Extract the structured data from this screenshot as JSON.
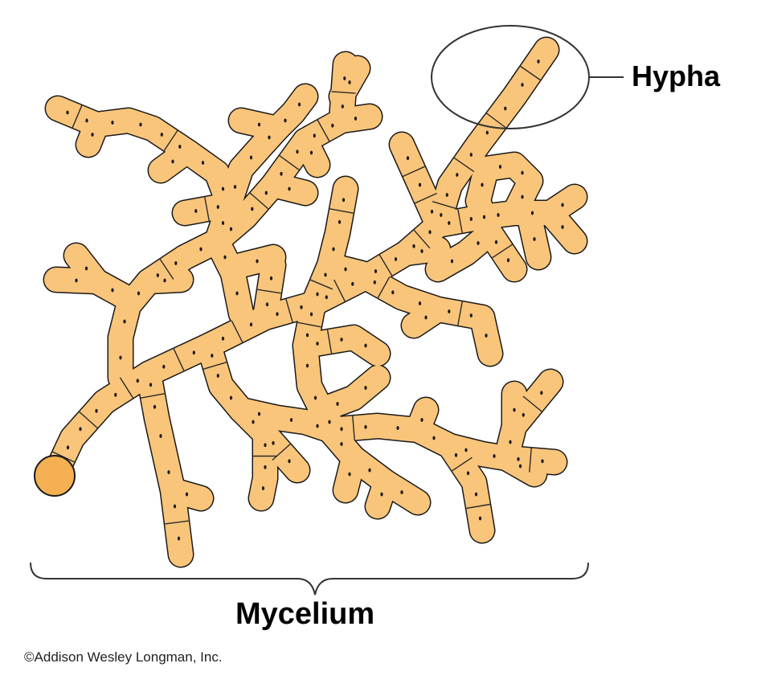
{
  "diagram": {
    "labels": {
      "hypha": "Hypha",
      "mycelium": "Mycelium"
    },
    "credit": "©Addison Wesley Longman, Inc.",
    "colors": {
      "hypha_fill": "#f9c57a",
      "hypha_outline": "#1a1a1a",
      "annotation_line": "#333333"
    }
  }
}
